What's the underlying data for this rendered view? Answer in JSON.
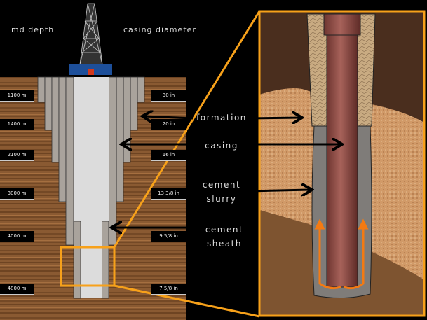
{
  "headers": {
    "depth": "md depth",
    "diameter": "casing diameter"
  },
  "depth_labels": [
    "1100 m",
    "1400 m",
    "2100 m",
    "3000 m",
    "4000 m",
    "4800 m"
  ],
  "diameter_labels": [
    "30 in",
    "20 in",
    "16 in",
    "13 3/8 in",
    "9 5/8 in",
    "7 5/8 in"
  ],
  "callouts": {
    "formation": "formation",
    "casing": "casing",
    "cement_slurry_1": "cement",
    "cement_slurry_2": "slurry",
    "cement_sheath_1": "cement",
    "cement_sheath_2": "sheath"
  },
  "colors": {
    "highlight": "#f7a11a",
    "casing": "#a9a39c",
    "bore": "#dcdcdc",
    "pipe": "#8a4a44",
    "cement": "#7f7c79",
    "flow": "#f47a12"
  }
}
